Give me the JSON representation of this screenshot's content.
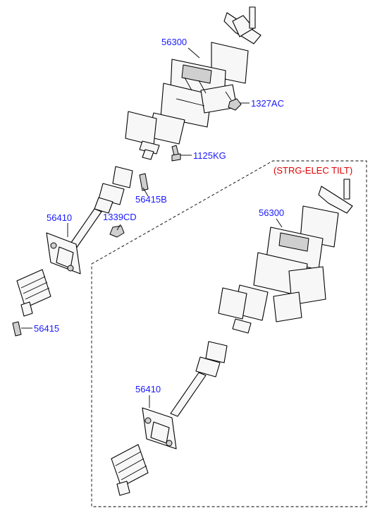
{
  "diagram": {
    "variant_label": "(STRG-ELEC TILT)",
    "colors": {
      "callout": "#1a1aff",
      "variant": "#e00000",
      "line": "#000000"
    },
    "callouts_main": {
      "column_assy": "56300",
      "nut_upper": "1327AC",
      "bolt": "1125KG",
      "joint_bolt": "56415B",
      "nut_lower": "1339CD",
      "shaft_assy": "56410",
      "lower_bolt": "56415"
    },
    "callouts_variant": {
      "column_assy": "56300",
      "shaft_assy": "56410"
    }
  }
}
